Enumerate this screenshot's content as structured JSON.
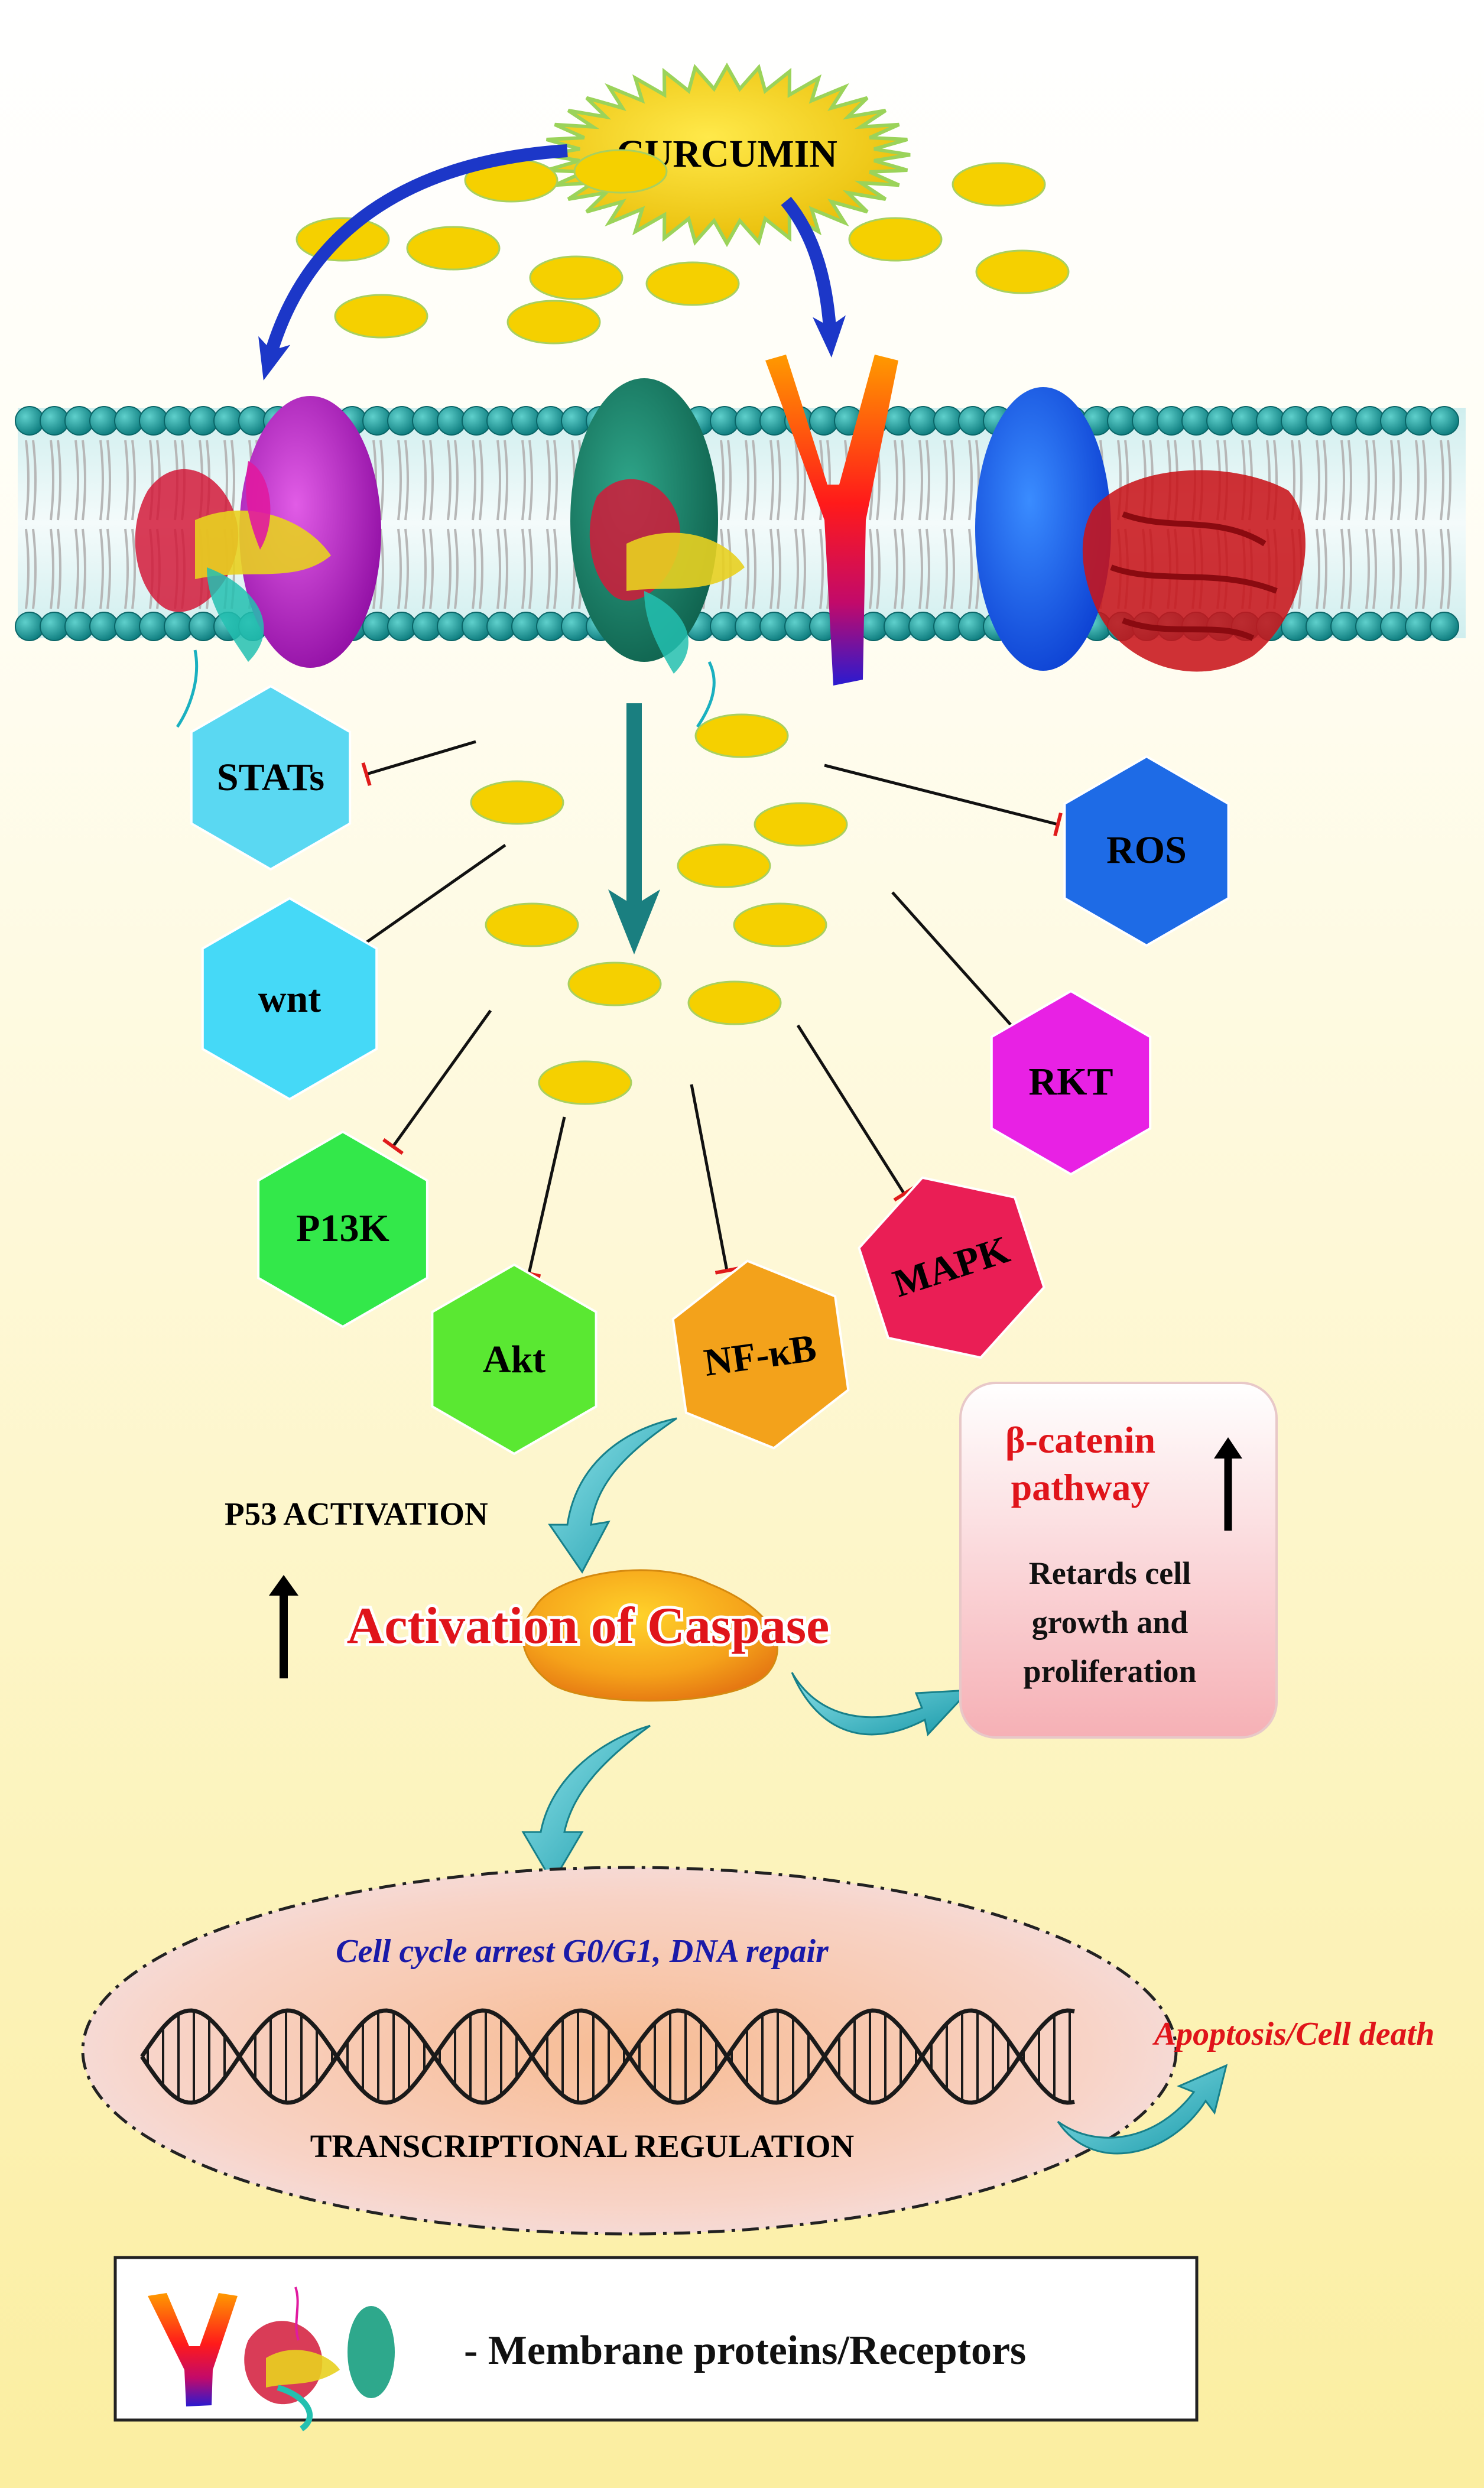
{
  "source": {
    "label": "CURCUMIN"
  },
  "targets": [
    {
      "id": "stats",
      "label": "STATs",
      "color": "#5ad8f2"
    },
    {
      "id": "wnt",
      "label": "wnt",
      "color": "#45d9f7"
    },
    {
      "id": "p13k",
      "label": "P13K",
      "color": "#33e84a"
    },
    {
      "id": "akt",
      "label": "Akt",
      "color": "#5ae832"
    },
    {
      "id": "nfkb",
      "label": "NF-κB",
      "color": "#f3a21b"
    },
    {
      "id": "mapk",
      "label": "MAPK",
      "color": "#ea1e55"
    },
    {
      "id": "rkt",
      "label": "RKT",
      "color": "#e821e4"
    },
    {
      "id": "ros",
      "label": "ROS",
      "color": "#1e6be6"
    }
  ],
  "p53": {
    "label": "P53 ACTIVATION"
  },
  "caspase": {
    "label": "Activation of Caspase"
  },
  "beta_catenin": {
    "title_line1": "β-catenin",
    "title_line2": "pathway",
    "desc_line1": "Retards cell",
    "desc_line2": "growth and",
    "desc_line3": "proliferation"
  },
  "nucleus": {
    "top_label": "Cell cycle arrest G0/G1, DNA repair",
    "bottom_label": "TRANSCRIPTIONAL REGULATION"
  },
  "outcome": {
    "label": "Apoptosis/Cell death"
  },
  "legend": {
    "label": "- Membrane proteins/Receptors"
  },
  "colors": {
    "background_top": "#ffffff",
    "background_bottom": "#fbf0a6",
    "membrane_head": "#1a9a9a",
    "curcumin": "#f5d000",
    "arrow_blue": "#1c37c8",
    "arrow_teal": "#2bb5c4",
    "inhibition": "#e01b1b",
    "caspase_text": "#e0141a",
    "nucleus_text": "#1a1aa8"
  }
}
